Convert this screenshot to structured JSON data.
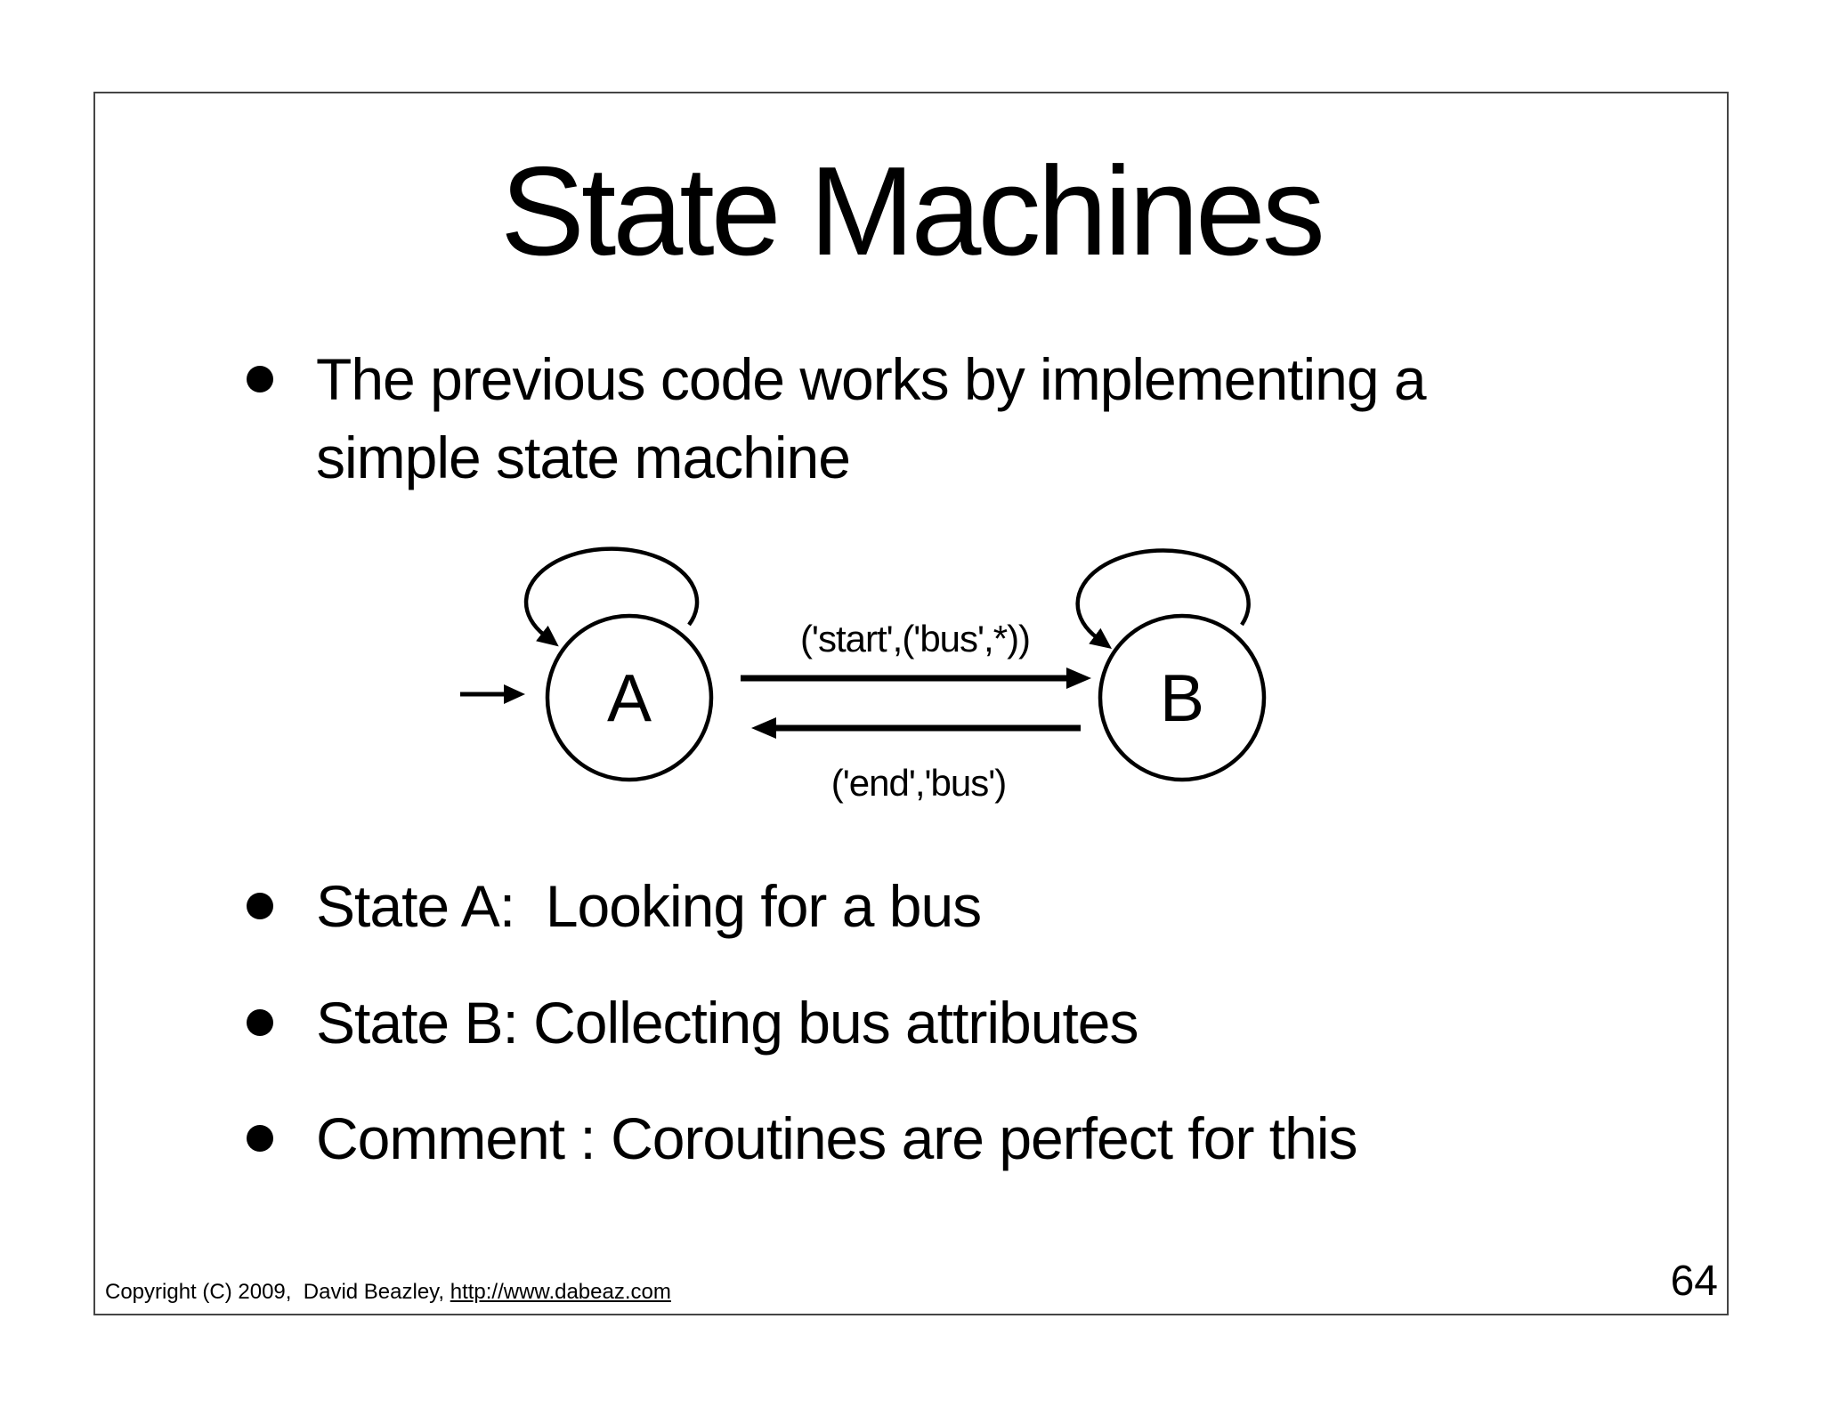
{
  "slide": {
    "title": "State Machines",
    "bullets": [
      {
        "text": "The previous code works by implementing a\nsimple state machine"
      },
      {
        "text": "State A:  Looking for a bus"
      },
      {
        "text": "State B: Collecting bus attributes"
      },
      {
        "text": "Comment : Coroutines are perfect for this"
      }
    ],
    "diagram": {
      "state_a": "A",
      "state_b": "B",
      "transition_a_to_b": "('start',('bus',*))",
      "transition_b_to_a": "('end','bus')"
    },
    "footer": {
      "copyright": "Copyright (C) 2009,  David Beazley, ",
      "link": "http://www.dabeaz.com"
    },
    "page_number": "64"
  },
  "colors": {
    "background": "#ffffff",
    "text": "#000000",
    "border": "#454545",
    "diagram_stroke": "#000000"
  }
}
